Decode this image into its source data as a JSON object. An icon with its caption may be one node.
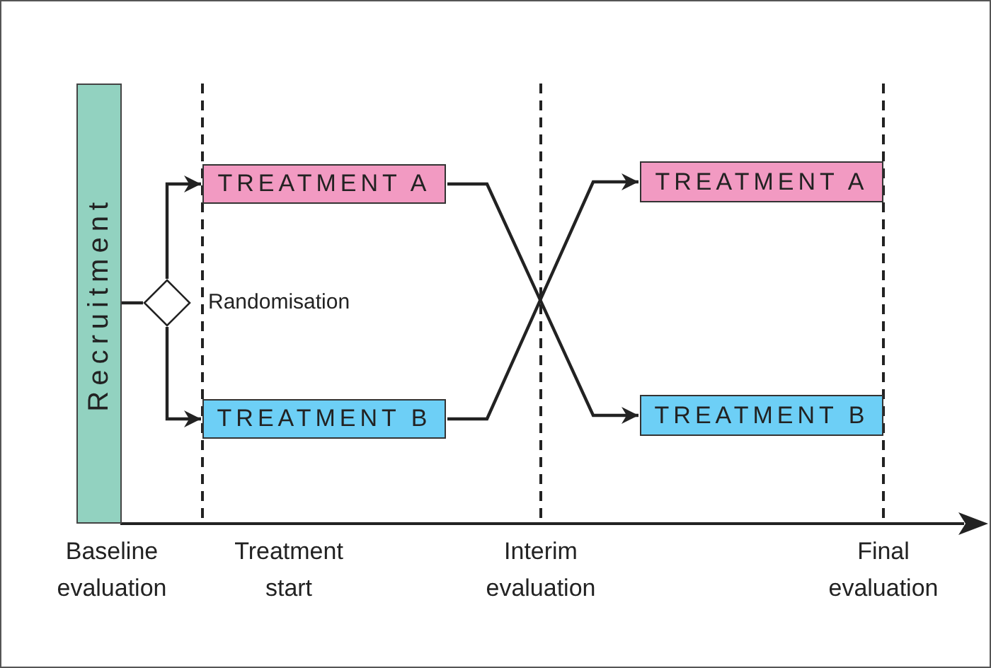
{
  "diagram": {
    "nodes": [
      {
        "text": [
          "Recruitment"
        ]
      },
      {
        "text": [],
        "shape": "diamond",
        "beside": [
          "Randomisation"
        ]
      },
      {
        "text": [
          "TREATMENT A"
        ]
      },
      {
        "text": [
          "TREATMENT B"
        ]
      },
      {
        "text": [
          "TREATMENT A"
        ]
      },
      {
        "text": [
          "TREATMENT B"
        ]
      }
    ],
    "edges": [
      {
        "from": 0,
        "to": 1,
        "arrow": "none"
      },
      {
        "from": 1,
        "to": 2,
        "arrow": "to"
      },
      {
        "from": 1,
        "to": 3,
        "arrow": "to"
      },
      {
        "from": 2,
        "to": 5,
        "arrow": "to"
      },
      {
        "from": 3,
        "to": 4,
        "arrow": "to"
      }
    ],
    "labels": [
      "Baseline evaluation",
      "Treatment start",
      "Interim evaluation",
      "Final evaluation"
    ]
  }
}
